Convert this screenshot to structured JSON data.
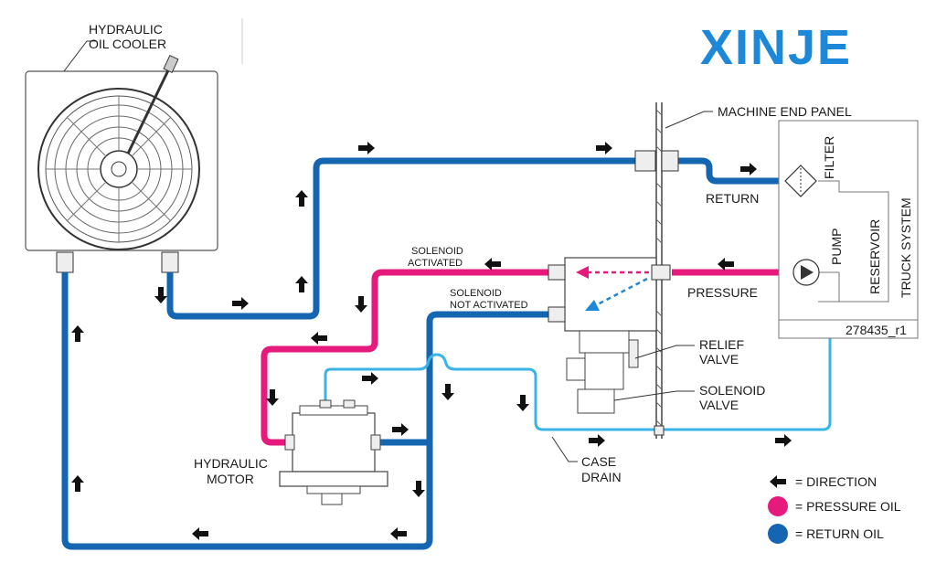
{
  "brand": {
    "logo_text": "XINJE",
    "logo_color": "#1e88d8"
  },
  "colors": {
    "pressure_oil": "#e6197d",
    "return_oil": "#1466b0",
    "case_drain": "#39b4e6",
    "arrow": "#111111"
  },
  "labels": {
    "oil_cooler_line1": "HYDRAULIC",
    "oil_cooler_line2": "OIL COOLER",
    "machine_end_panel": "MACHINE END PANEL",
    "filter": "FILTER",
    "pump": "PUMP",
    "reservoir": "RESERVOIR",
    "truck_system": "TRUCK SYSTEM",
    "return": "RETURN",
    "pressure": "PRESSURE",
    "drawing_no": "278435_r1",
    "solenoid_activated_line1": "SOLENOID",
    "solenoid_activated_line2": "ACTIVATED",
    "solenoid_not_activated_line1": "SOLENOID",
    "solenoid_not_activated_line2": "NOT ACTIVATED",
    "relief_valve_line1": "RELIEF",
    "relief_valve_line2": "VALVE",
    "solenoid_valve_line1": "SOLENOID",
    "solenoid_valve_line2": "VALVE",
    "hydraulic_motor_line1": "HYDRAULIC",
    "hydraulic_motor_line2": "MOTOR",
    "case_drain_line1": "CASE",
    "case_drain_line2": "DRAIN"
  },
  "legend": {
    "direction": "= DIRECTION",
    "pressure_oil": "= PRESSURE OIL",
    "return_oil": "= RETURN OIL"
  },
  "icons": [
    "direction-arrow-icon",
    "fan-icon",
    "filter-icon",
    "pump-icon"
  ]
}
